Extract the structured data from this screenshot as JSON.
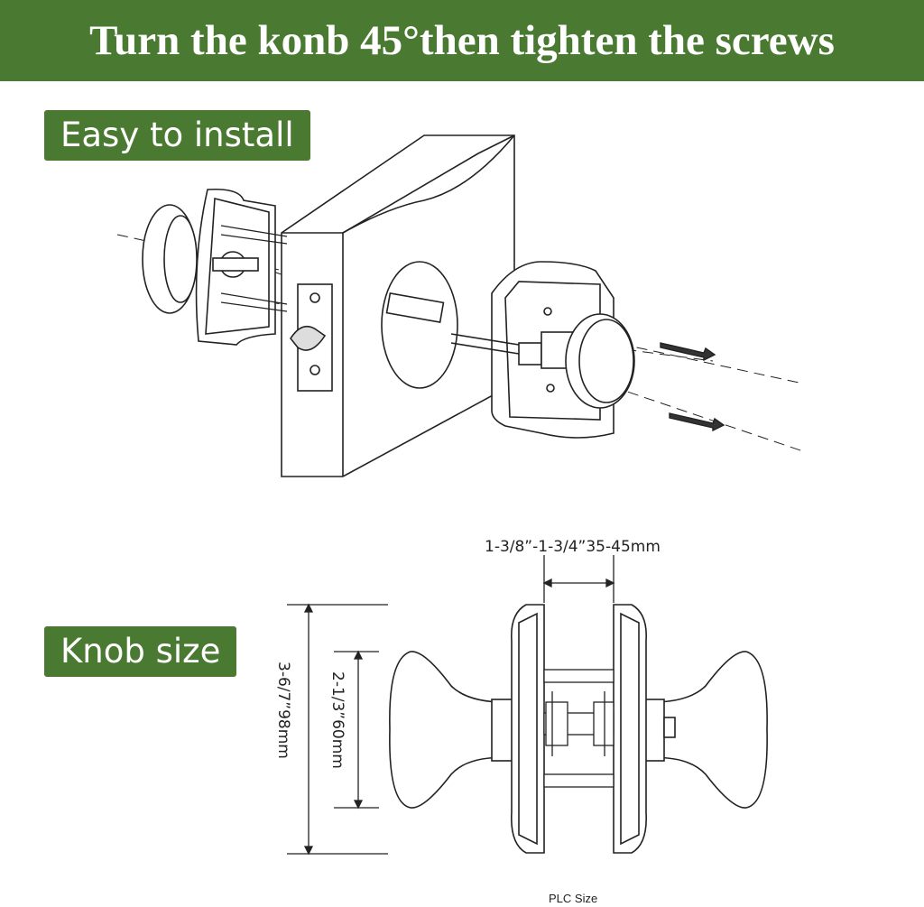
{
  "header": {
    "title": "Turn the konb 45°then tighten the screws",
    "background": "#4a7a31",
    "text_color": "#ffffff"
  },
  "tags": {
    "install": "Easy to install",
    "size": "Knob size"
  },
  "dimensions": {
    "width_label": "1-3/8”-1-3/4”35-45mm",
    "overall_height_label": "3-6/7”98mm",
    "rose_height_label": "2-1/3”60mm"
  },
  "caption": "PLC Size",
  "illustrations": {
    "exploded_view_icon": "door-knob-exploded-icon",
    "size_view_icon": "door-knob-front-icon"
  }
}
